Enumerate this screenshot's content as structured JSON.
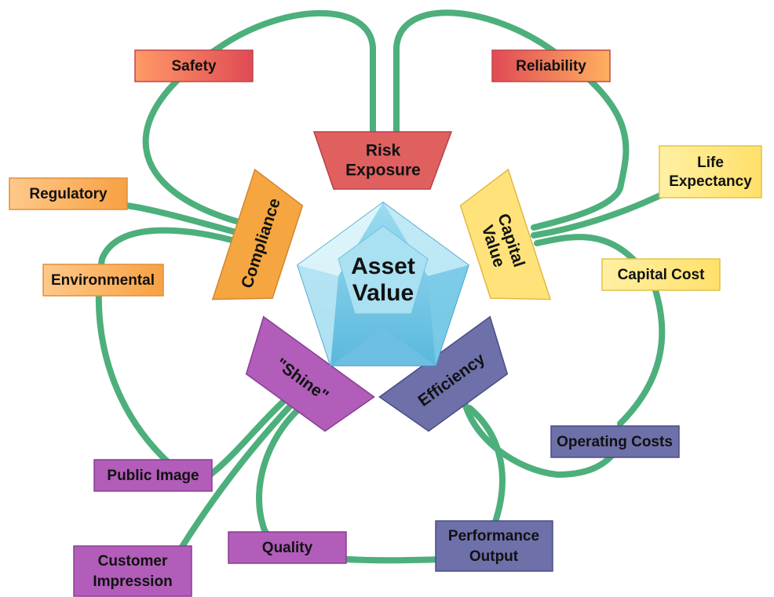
{
  "center": {
    "lines": [
      "Asset",
      "Value"
    ]
  },
  "categories": {
    "risk": {
      "lines": [
        "Risk",
        "Exposure"
      ]
    },
    "capital": {
      "lines": [
        "Capital",
        "Value"
      ]
    },
    "efficiency": {
      "lines": [
        "Efficiency"
      ]
    },
    "shine": {
      "lines": [
        "\"Shine\""
      ]
    },
    "compliance": {
      "lines": [
        "Compliance"
      ]
    }
  },
  "factors": {
    "safety": {
      "lines": [
        "Safety"
      ]
    },
    "reliability": {
      "lines": [
        "Reliability"
      ]
    },
    "life_expectancy": {
      "lines": [
        "Life",
        "Expectancy"
      ]
    },
    "capital_cost": {
      "lines": [
        "Capital Cost"
      ]
    },
    "operating_costs": {
      "lines": [
        "Operating Costs"
      ]
    },
    "performance_output": {
      "lines": [
        "Performance",
        "Output"
      ]
    },
    "quality": {
      "lines": [
        "Quality"
      ]
    },
    "customer_impression": {
      "lines": [
        "Customer",
        "Impression"
      ]
    },
    "public_image": {
      "lines": [
        "Public Image"
      ]
    },
    "environmental": {
      "lines": [
        "Environmental"
      ]
    },
    "regulatory": {
      "lines": [
        "Regulatory"
      ]
    }
  },
  "colors": {
    "connector": "#4daf7c",
    "risk": "#e06060",
    "compliance": "#f5a640",
    "capital": "#ffe37a",
    "efficiency": "#6e70aa",
    "shine": "#b15db9",
    "core_light": "#d8f4fb",
    "core_mid": "#8fd3ea",
    "core_dark": "#4fb0d6"
  }
}
